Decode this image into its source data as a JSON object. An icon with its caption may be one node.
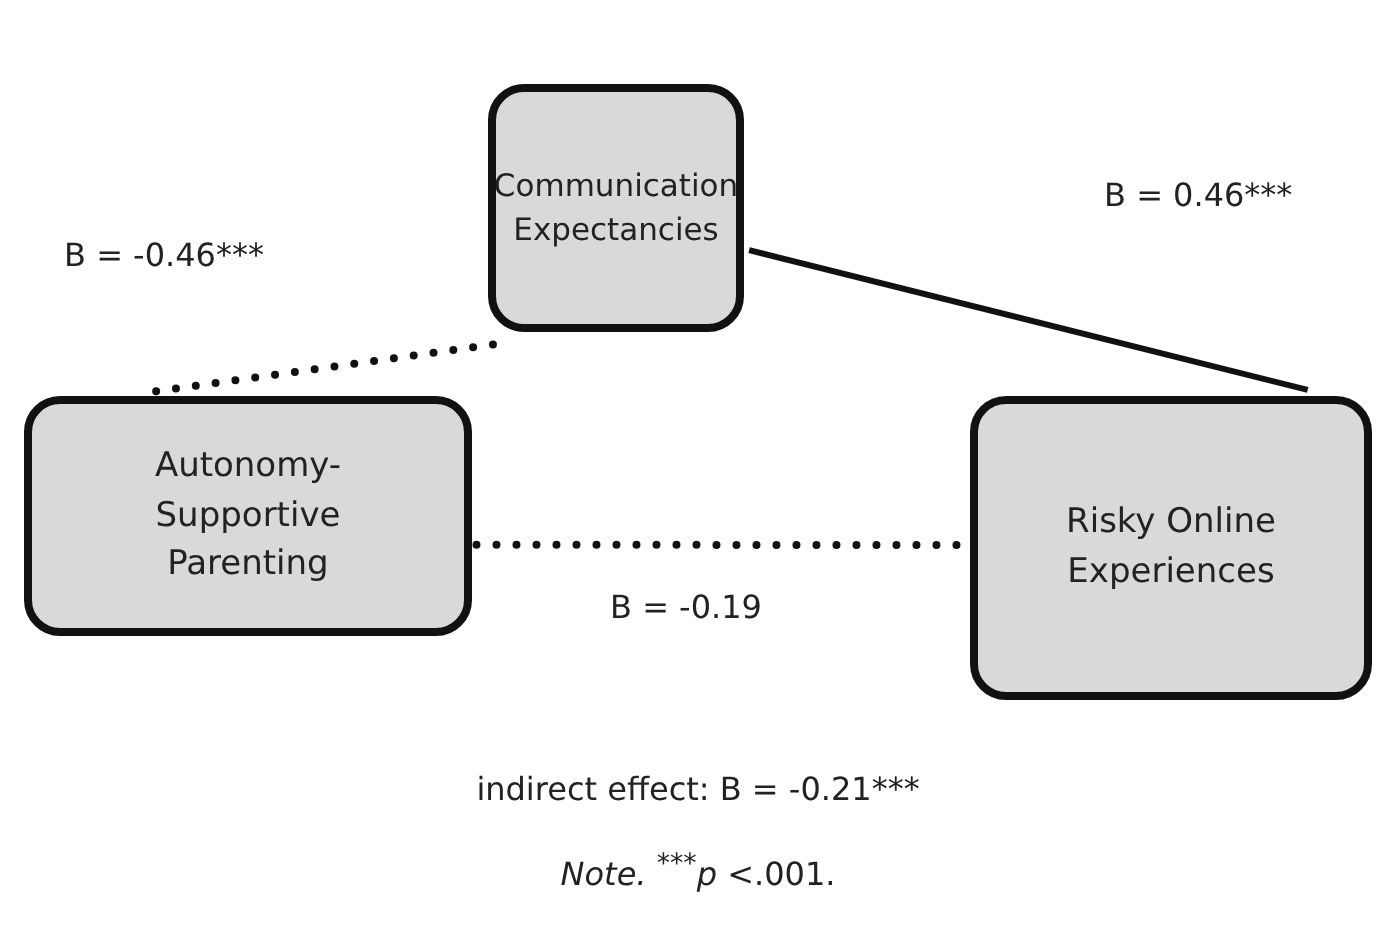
{
  "diagram": {
    "nodes": [
      {
        "text": [
          "Communication Expectancies"
        ]
      },
      {
        "text": [
          "Autonomy-Supportive Parenting"
        ]
      },
      {
        "text": [
          "Risky Online Experiences"
        ]
      }
    ],
    "edges": [
      {
        "from": 1,
        "to": 0,
        "arrow": "none",
        "style": "dashed",
        "label": "B = -0.46***"
      },
      {
        "from": 0,
        "to": 2,
        "arrow": "none",
        "label": "B = 0.46***"
      },
      {
        "from": 1,
        "to": 2,
        "arrow": "none",
        "style": "dashed",
        "label": "B = -0.19"
      }
    ],
    "labels": [
      "indirect effect: B = -0.21***",
      "*Note.* $^{***}$*p* <.001."
    ]
  }
}
